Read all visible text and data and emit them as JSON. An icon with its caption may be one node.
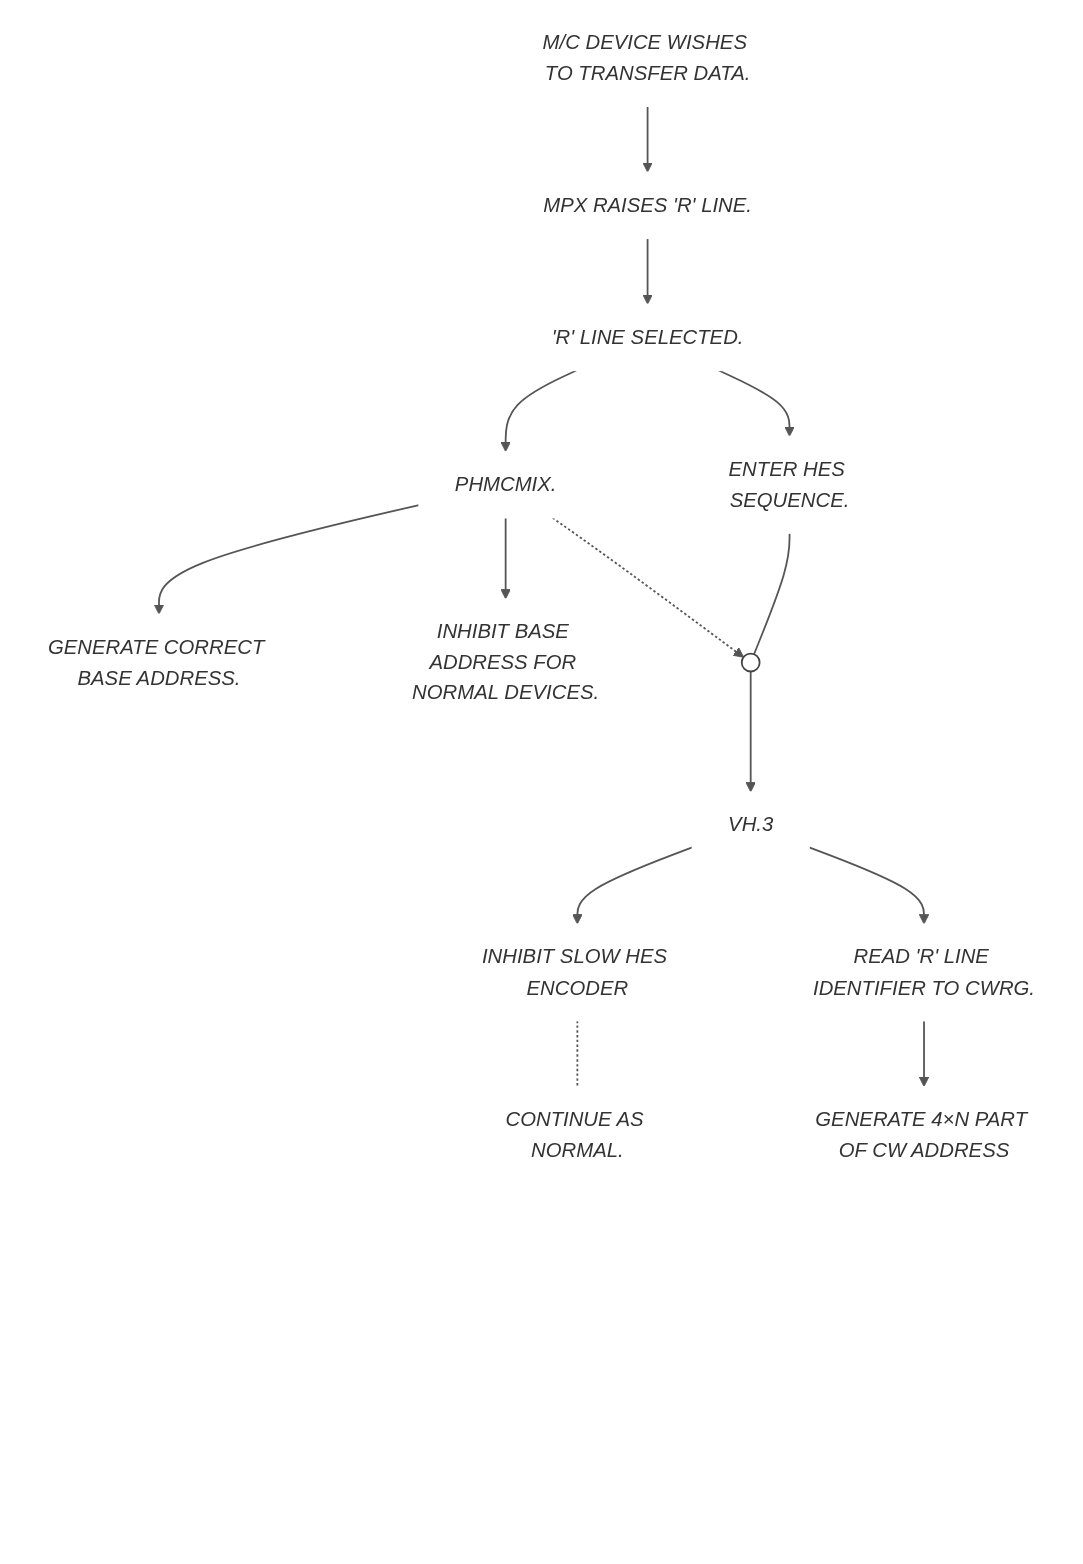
{
  "diagram": {
    "nodes": [
      {
        "text": [
          "M/C DEVICE WISHES TO TRANSFER DATA."
        ]
      },
      {
        "text": [
          "MPX RAISES 'R' LINE."
        ]
      },
      {
        "text": [
          "'R' LINE SELECTED."
        ]
      },
      {
        "text": [
          "ENTER HES SEQUENCE."
        ]
      },
      {
        "text": [
          "PHMCMIX."
        ]
      },
      {
        "text": [
          "GENERATE CORRECT BASE ADDRESS."
        ]
      },
      {
        "text": [
          "INHIBIT BASE ADDRESS FOR NORMAL DEVICES."
        ]
      },
      {
        "text": [],
        "shape": "circle"
      },
      {
        "text": [
          "VH.3"
        ]
      },
      {
        "text": [
          "INHIBIT SLOW HES ENCODER"
        ]
      },
      {
        "text": [
          "READ 'R' LINE IDENTIFIER TO CWRG."
        ]
      },
      {
        "text": [
          "GENERATE 4×N PART OF CW ADDRESS"
        ]
      },
      {
        "text": [
          "CONTINUE AS NORMAL."
        ]
      }
    ],
    "edges": [
      {
        "from": 0,
        "to": 1,
        "arrow": "to"
      },
      {
        "from": 1,
        "to": 2,
        "arrow": "to"
      },
      {
        "from": 2,
        "to": 3,
        "arrow": "to"
      },
      {
        "from": 2,
        "to": 4,
        "arrow": "to"
      },
      {
        "from": 4,
        "to": 5,
        "arrow": "to"
      },
      {
        "from": 4,
        "to": 6,
        "arrow": "to"
      },
      {
        "from": 4,
        "to": 7,
        "arrow": "to",
        "style": "dashed"
      },
      {
        "from": 3,
        "to": 7,
        "arrow": "none"
      },
      {
        "from": 7,
        "to": 8,
        "arrow": "to"
      },
      {
        "from": 8,
        "to": 9,
        "arrow": "to"
      },
      {
        "from": 8,
        "to": 10,
        "arrow": "to"
      },
      {
        "from": 10,
        "to": 11,
        "arrow": "to"
      },
      {
        "from": 9,
        "to": 12,
        "arrow": "none",
        "style": "dashed"
      }
    ]
  }
}
